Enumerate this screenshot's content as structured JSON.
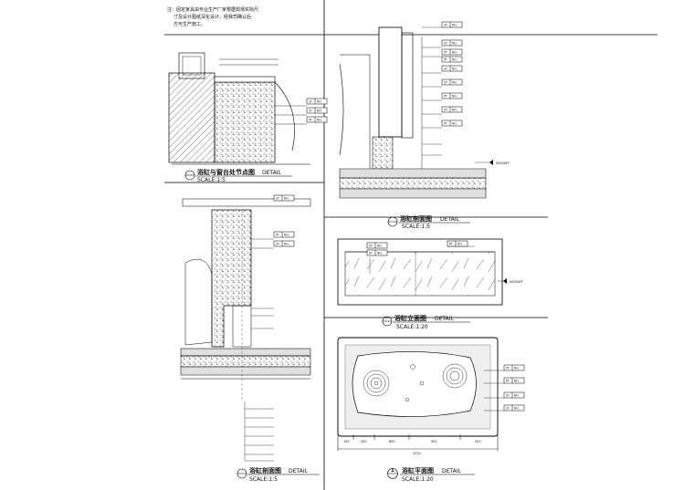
{
  "note": {
    "line1": "注：固定家具由专业生产厂家根据现场实际尺",
    "line2": "寸及设计图纸深化设计，经我司确认后",
    "line3": "方可生产施工。"
  },
  "details": [
    {
      "num": "",
      "title": "浴缸与窗台处节点图",
      "suffix": "DETAIL",
      "scale": "SCALE:1:5"
    },
    {
      "num": "",
      "title": "浴缸剖面图",
      "suffix": "DETAIL",
      "scale": "SCALE:1:5"
    },
    {
      "num": "",
      "title": "浴缸立面图",
      "suffix": "DETAIL",
      "scale": "SCALE:1:20"
    },
    {
      "num": "",
      "title": "浴缸剖面图",
      "suffix": "DETAIL",
      "scale": "SCALE:1:5"
    },
    {
      "num": "1",
      "title": "浴缸平面图",
      "suffix": "DETAIL",
      "scale": "SCALE:1:20"
    }
  ],
  "tags": {
    "st": "ST",
    "pt": "PT",
    "no": "NO."
  },
  "level_mark": "0005AFF",
  "plan_dims": [
    "150",
    "200",
    "690",
    "900",
    "520"
  ],
  "plan_total": "2220"
}
